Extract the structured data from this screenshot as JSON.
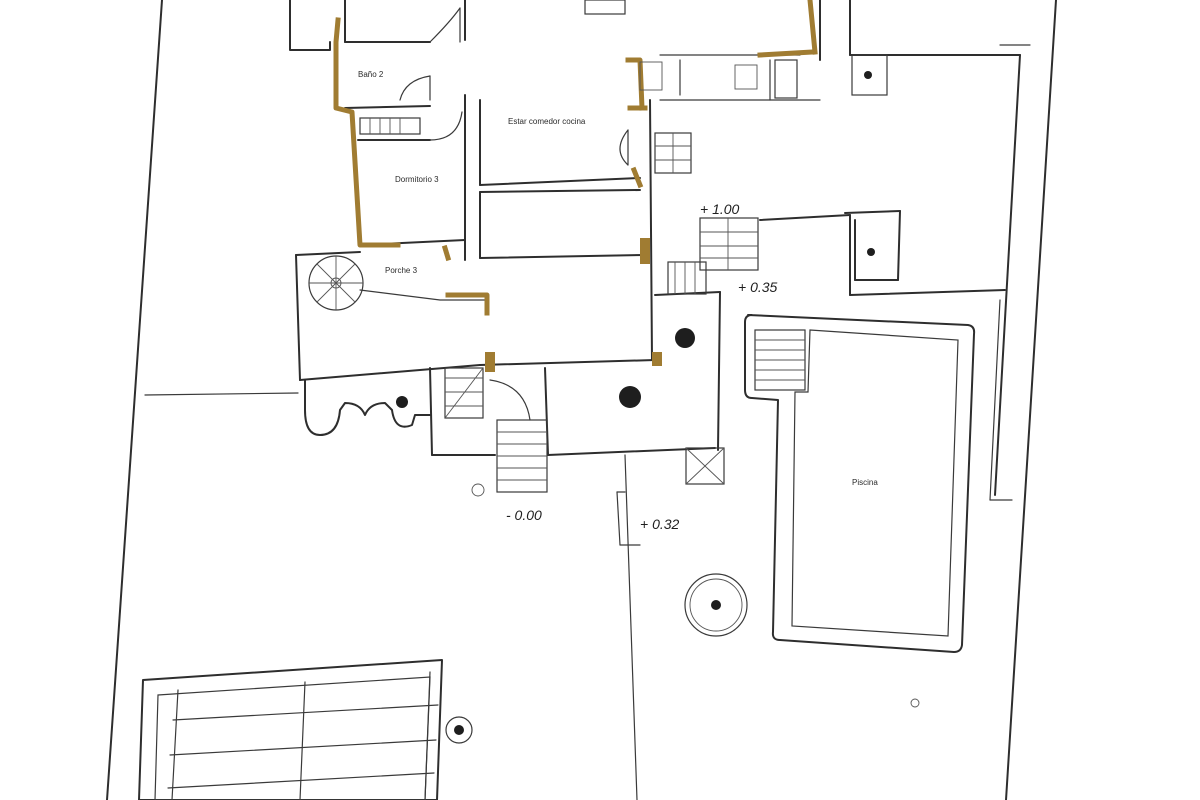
{
  "rooms": {
    "bathroom": "Baño 2",
    "living": "Estar comedor cocina",
    "bedroom": "Dormitorio 3",
    "porch": "Porche 3",
    "pool": "Piscina"
  },
  "levels": {
    "upper_terrace": "+ 1.00",
    "pool_terrace": "+ 0.35",
    "entrance": "- 0.00",
    "garden": "+ 0.32"
  },
  "colors": {
    "paper": "#ffffff",
    "line": "#2e2e2e",
    "highlight_wall": "#a07c32"
  }
}
